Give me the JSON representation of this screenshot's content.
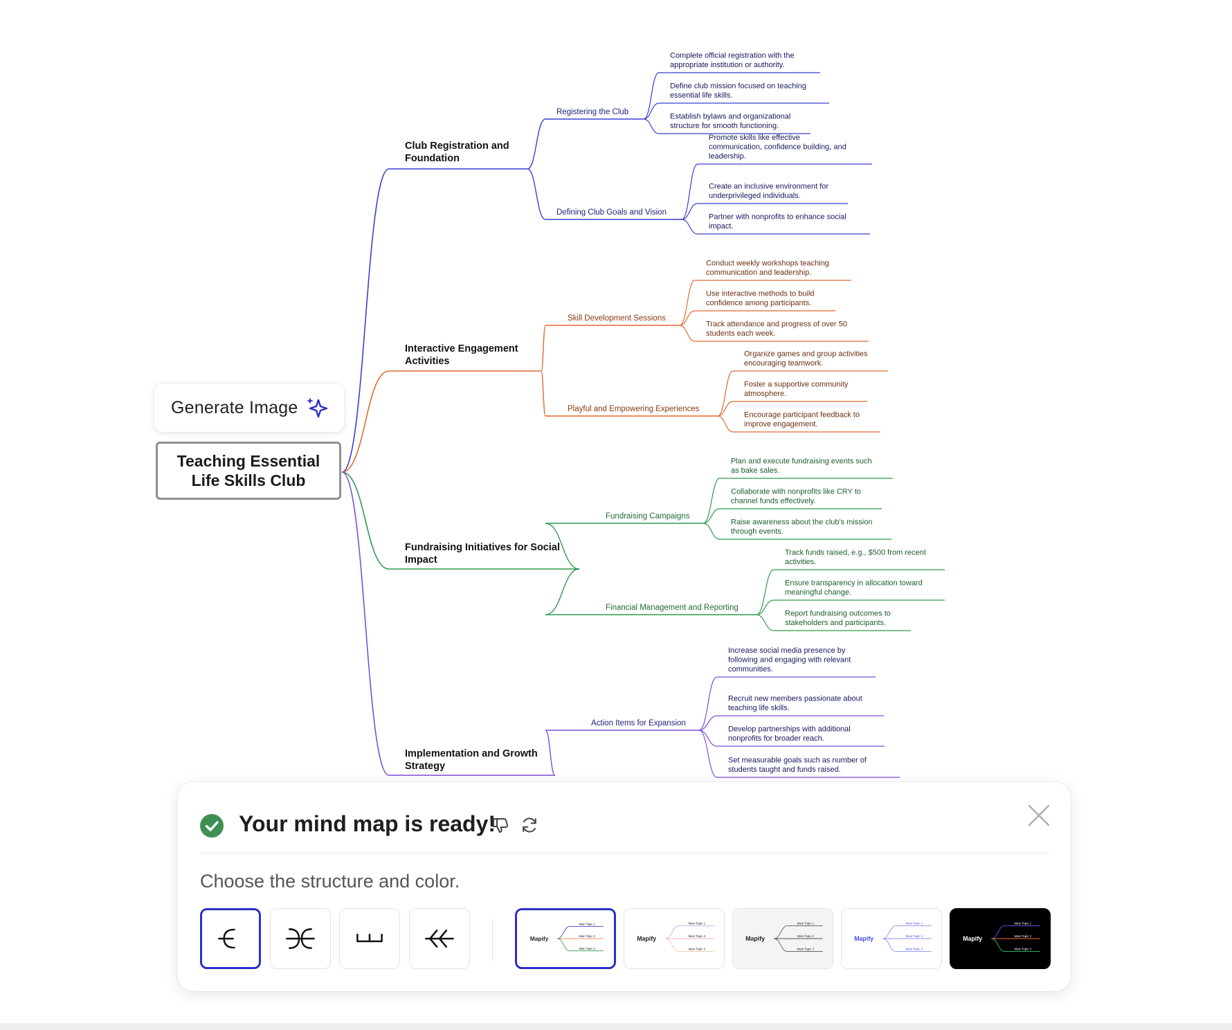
{
  "generate_image": {
    "label": "Generate Image",
    "icon": "sparkle-icon"
  },
  "mindmap": {
    "root": [
      "Teaching Essential",
      "Life Skills Club"
    ],
    "branches": [
      {
        "label": [
          "Club Registration and",
          "Foundation"
        ],
        "color": "#3b3fcf",
        "subtopics": [
          {
            "label": "Registering the Club",
            "items": [
              [
                "Complete official registration with the",
                "appropriate institution or authority."
              ],
              [
                "Define club mission focused on teaching",
                "essential life skills."
              ],
              [
                "Establish bylaws and organizational",
                "structure for smooth functioning."
              ]
            ]
          },
          {
            "label": "Defining Club Goals and Vision",
            "items": [
              [
                "Promote skills like effective",
                "communication, confidence building, and",
                "leadership."
              ],
              [
                "Create an inclusive environment for",
                "underprivileged individuals."
              ],
              [
                "Partner with nonprofits to enhance social",
                "impact."
              ]
            ]
          }
        ]
      },
      {
        "label": [
          "Interactive Engagement",
          "Activities"
        ],
        "color": "#e0692c",
        "subtopics": [
          {
            "label": "Skill Development Sessions",
            "items": [
              [
                "Conduct weekly workshops teaching",
                "communication and leadership."
              ],
              [
                "Use interactive methods to build",
                "confidence among participants."
              ],
              [
                "Track attendance and progress of over 50",
                "students each week."
              ]
            ]
          },
          {
            "label": "Playful and Empowering Experiences",
            "items": [
              [
                "Organize games and group activities",
                "encouraging teamwork."
              ],
              [
                "Foster a supportive community",
                "atmosphere."
              ],
              [
                "Encourage participant feedback to",
                "improve engagement."
              ]
            ]
          }
        ]
      },
      {
        "label": [
          "Fundraising Initiatives for Social",
          "Impact"
        ],
        "color": "#2e9a4e",
        "subtopics": [
          {
            "label": "Fundraising Campaigns",
            "items": [
              [
                "Plan and execute fundraising events such",
                "as bake sales."
              ],
              [
                "Collaborate with nonprofits like CRY to",
                "channel funds effectively."
              ],
              [
                "Raise awareness about the club's mission",
                "through events."
              ]
            ]
          },
          {
            "label": "Financial Management and Reporting",
            "items": [
              [
                "Track funds raised, e.g., $500 from recent",
                "activities."
              ],
              [
                "Ensure transparency in allocation toward",
                "meaningful change."
              ],
              [
                "Report fundraising outcomes to",
                "stakeholders and participants."
              ]
            ]
          }
        ]
      },
      {
        "label": [
          "Implementation and Growth",
          "Strategy"
        ],
        "color": "#7b4fd8",
        "subtopics": [
          {
            "label": "Action Items for Expansion",
            "items": [
              [
                "Increase social media presence by",
                "following and engaging with relevant",
                "communities."
              ],
              [
                "Recruit new members passionate about",
                "teaching life skills."
              ],
              [
                "Develop partnerships with additional",
                "nonprofits for broader reach."
              ],
              [
                "Set measurable goals such as number of",
                "students taught and funds raised."
              ]
            ]
          }
        ]
      }
    ]
  },
  "panel": {
    "title": "Your mind map is ready!",
    "subtitle": "Choose the structure and color.",
    "status_icon": "check-circle-icon",
    "feedback_icon": "thumbs-down-icon",
    "regenerate_icon": "refresh-icon",
    "close_icon": "close-icon",
    "structures": [
      {
        "name": "right-branch",
        "icon": "structure-right-icon",
        "selected": true
      },
      {
        "name": "two-sided",
        "icon": "structure-both-sides-icon",
        "selected": false
      },
      {
        "name": "top-down",
        "icon": "structure-org-chart-icon",
        "selected": false
      },
      {
        "name": "left-branch",
        "icon": "structure-left-icon",
        "selected": false
      }
    ],
    "color_themes": [
      {
        "label": "Mapify",
        "topics": [
          "Main Topic 1",
          "Main Topic 2",
          "Main Topic 3"
        ],
        "background": "#ffffff",
        "text": "#222222",
        "lines": [
          "#3b3fcf",
          "#e0692c",
          "#2e9a4e"
        ],
        "selected": true
      },
      {
        "label": "Mapify",
        "topics": [
          "Main Topic 1",
          "Main Topic 2",
          "Main Topic 3"
        ],
        "background": "#ffffff",
        "text": "#222222",
        "lines": [
          "#c9a7e8",
          "#f0b3b3",
          "#e7c9b0"
        ],
        "selected": false
      },
      {
        "label": "Mapify",
        "topics": [
          "Main Topic 1",
          "Main Topic 2",
          "Main Topic 3"
        ],
        "background": "#f3f4f6",
        "text": "#222222",
        "lines": [
          "#555555",
          "#555555",
          "#555555"
        ],
        "selected": false
      },
      {
        "label": "Mapify",
        "topics": [
          "Main Topic 1",
          "Main Topic 2",
          "Main Topic 3"
        ],
        "background": "#ffffff",
        "text": "#4a4fe0",
        "lines": [
          "#8a8ff0",
          "#8a8ff0",
          "#8a8ff0"
        ],
        "selected": false
      },
      {
        "label": "Mapify",
        "topics": [
          "Main Topic 1",
          "Main Topic 2",
          "Main Topic 3"
        ],
        "background": "#000000",
        "text": "#ffffff",
        "lines": [
          "#6b5cff",
          "#ff6b3d",
          "#2ecc71"
        ],
        "selected": false
      }
    ]
  },
  "colors": {
    "accent": "#2b2fc8",
    "success": "#3f8f55"
  }
}
